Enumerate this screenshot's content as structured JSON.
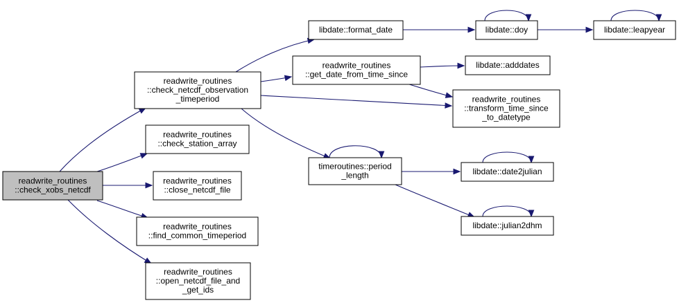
{
  "diagram": {
    "colors": {
      "edge": "#191970",
      "root_fill": "#bfbfbf",
      "node_fill": "#ffffff",
      "node_border": "#000000"
    },
    "nodes": [
      {
        "id": "check_xobs_netcdf",
        "lines": [
          "readwrite_routines",
          "::check_xobs_netcdf"
        ],
        "root": true
      },
      {
        "id": "check_netcdf_observation_timeperiod",
        "lines": [
          "readwrite_routines",
          "::check_netcdf_observation",
          "_timeperiod"
        ]
      },
      {
        "id": "check_station_array",
        "lines": [
          "readwrite_routines",
          "::check_station_array"
        ]
      },
      {
        "id": "close_netcdf_file",
        "lines": [
          "readwrite_routines",
          "::close_netcdf_file"
        ]
      },
      {
        "id": "find_common_timeperiod",
        "lines": [
          "readwrite_routines",
          "::find_common_timeperiod"
        ]
      },
      {
        "id": "open_netcdf_file_and_get_ids",
        "lines": [
          "readwrite_routines",
          "::open_netcdf_file_and",
          "_get_ids"
        ]
      },
      {
        "id": "format_date",
        "lines": [
          "libdate::format_date"
        ]
      },
      {
        "id": "get_date_from_time_since",
        "lines": [
          "readwrite_routines",
          "::get_date_from_time_since"
        ]
      },
      {
        "id": "transform_time_since_to_datetype",
        "lines": [
          "readwrite_routines",
          "::transform_time_since",
          "_to_datetype"
        ]
      },
      {
        "id": "period_length",
        "lines": [
          "timeroutines::period",
          "_length"
        ]
      },
      {
        "id": "doy",
        "lines": [
          "libdate::doy"
        ]
      },
      {
        "id": "leapyear",
        "lines": [
          "libdate::leapyear"
        ]
      },
      {
        "id": "adddates",
        "lines": [
          "libdate::adddates"
        ]
      },
      {
        "id": "date2julian",
        "lines": [
          "libdate::date2julian"
        ]
      },
      {
        "id": "julian2dhm",
        "lines": [
          "libdate::julian2dhm"
        ]
      }
    ],
    "edges": [
      {
        "from": "check_xobs_netcdf",
        "to": "check_netcdf_observation_timeperiod"
      },
      {
        "from": "check_xobs_netcdf",
        "to": "check_station_array"
      },
      {
        "from": "check_xobs_netcdf",
        "to": "close_netcdf_file"
      },
      {
        "from": "check_xobs_netcdf",
        "to": "find_common_timeperiod"
      },
      {
        "from": "check_xobs_netcdf",
        "to": "open_netcdf_file_and_get_ids"
      },
      {
        "from": "check_netcdf_observation_timeperiod",
        "to": "format_date"
      },
      {
        "from": "check_netcdf_observation_timeperiod",
        "to": "get_date_from_time_since"
      },
      {
        "from": "check_netcdf_observation_timeperiod",
        "to": "transform_time_since_to_datetype"
      },
      {
        "from": "check_netcdf_observation_timeperiod",
        "to": "period_length"
      },
      {
        "from": "format_date",
        "to": "doy"
      },
      {
        "from": "doy",
        "to": "doy"
      },
      {
        "from": "doy",
        "to": "leapyear"
      },
      {
        "from": "leapyear",
        "to": "leapyear"
      },
      {
        "from": "get_date_from_time_since",
        "to": "adddates"
      },
      {
        "from": "get_date_from_time_since",
        "to": "transform_time_since_to_datetype"
      },
      {
        "from": "period_length",
        "to": "period_length"
      },
      {
        "from": "period_length",
        "to": "date2julian"
      },
      {
        "from": "period_length",
        "to": "julian2dhm"
      },
      {
        "from": "date2julian",
        "to": "date2julian"
      },
      {
        "from": "julian2dhm",
        "to": "julian2dhm"
      }
    ]
  }
}
